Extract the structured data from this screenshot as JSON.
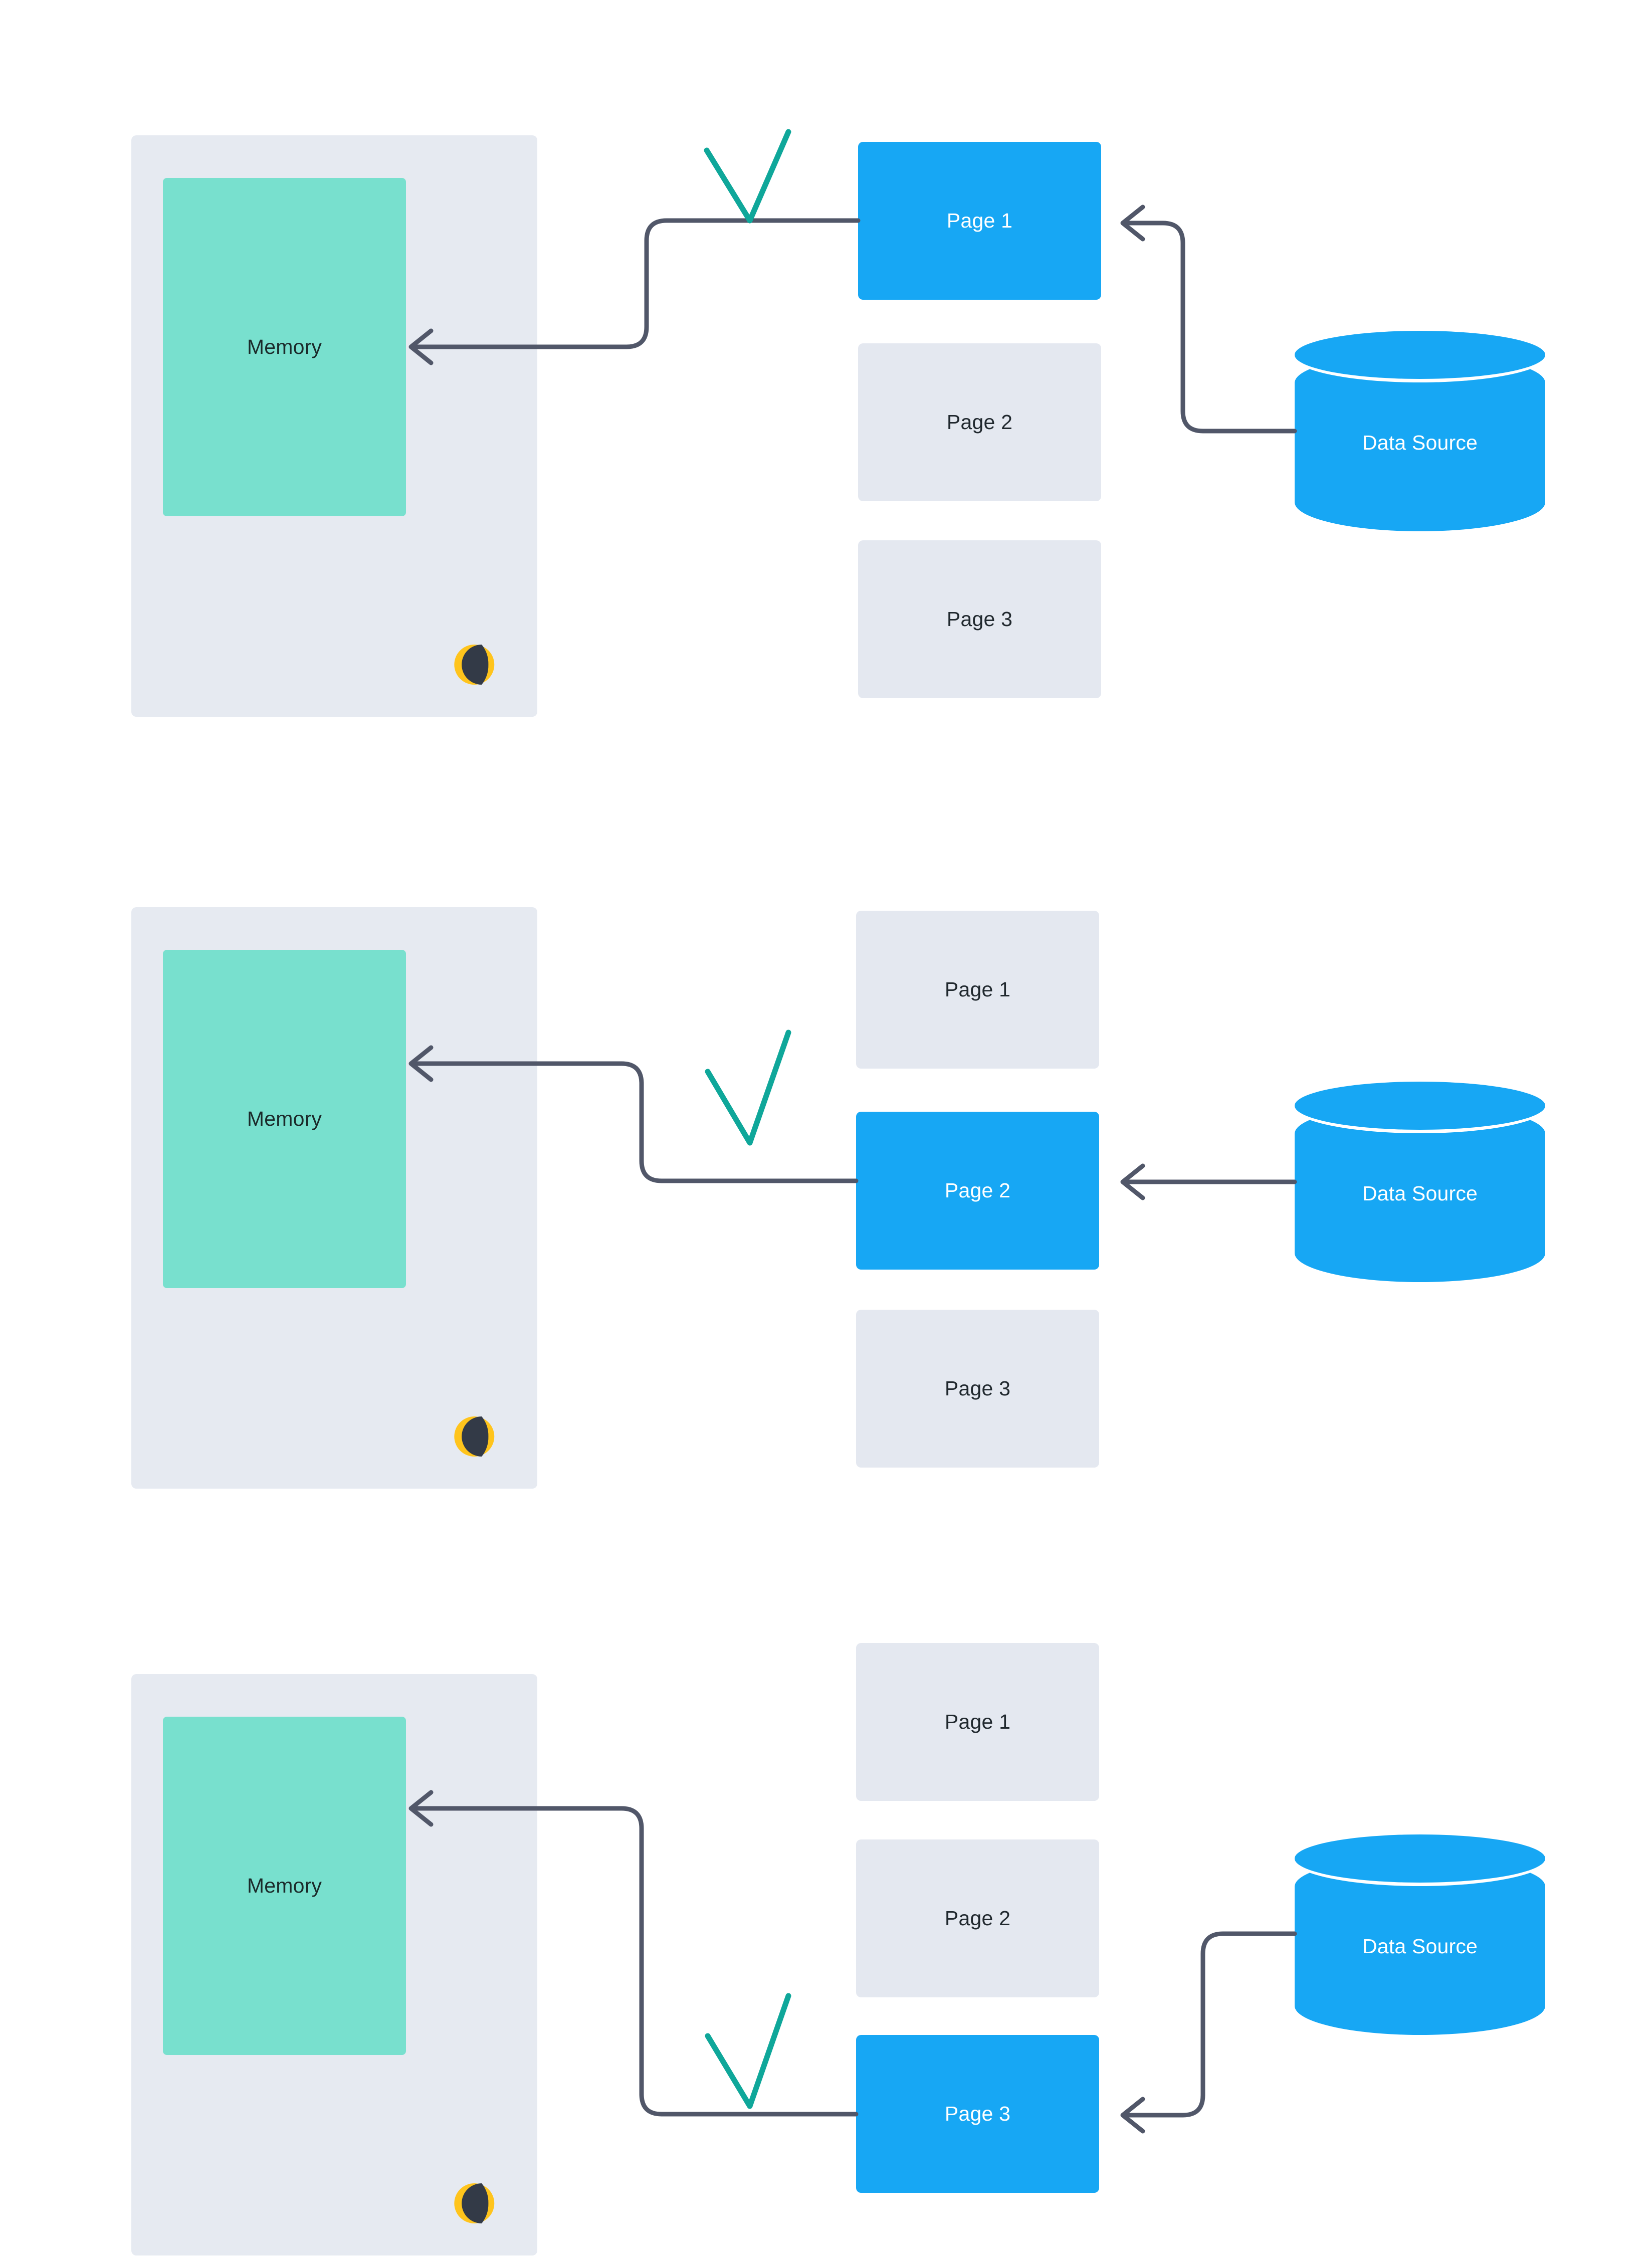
{
  "diagram": {
    "title": "Demand paging / memory page loading sequence",
    "accent_active": "#17A7F4",
    "accent_inactive": "#E4E8F0",
    "memory_panel_color": "#E6EAF1",
    "memory_block_color": "#78E0CE",
    "connector_color": "#515769",
    "check_color": "#0FA79A",
    "logo_colors": {
      "ring": "#0FBFAE",
      "inner": "#333A47",
      "dot": "#FFC41C"
    }
  },
  "steps": [
    {
      "id": "step-1",
      "memory": {
        "label": "Memory"
      },
      "pages": [
        {
          "label": "Page 1",
          "state": "active"
        },
        {
          "label": "Page 2",
          "state": "inactive"
        },
        {
          "label": "Page 3",
          "state": "inactive"
        }
      ],
      "data_source": {
        "label": "Data Source"
      },
      "check": {
        "name": "checkmark",
        "near": "Page 1"
      },
      "flows": [
        {
          "from": "Data Source",
          "to": "Page 1"
        },
        {
          "from": "Page 1",
          "to": "Memory"
        }
      ]
    },
    {
      "id": "step-2",
      "memory": {
        "label": "Memory"
      },
      "pages": [
        {
          "label": "Page 1",
          "state": "inactive"
        },
        {
          "label": "Page 2",
          "state": "active"
        },
        {
          "label": "Page 3",
          "state": "inactive"
        }
      ],
      "data_source": {
        "label": "Data Source"
      },
      "check": {
        "name": "checkmark",
        "near": "Page 2"
      },
      "flows": [
        {
          "from": "Data Source",
          "to": "Page 2"
        },
        {
          "from": "Page 2",
          "to": "Memory"
        }
      ]
    },
    {
      "id": "step-3",
      "memory": {
        "label": "Memory"
      },
      "pages": [
        {
          "label": "Page 1",
          "state": "inactive"
        },
        {
          "label": "Page 2",
          "state": "inactive"
        },
        {
          "label": "Page 3",
          "state": "active"
        }
      ],
      "data_source": {
        "label": "Data Source"
      },
      "check": {
        "name": "checkmark",
        "near": "Page 3"
      },
      "flows": [
        {
          "from": "Data Source",
          "to": "Page 3"
        },
        {
          "from": "Page 3",
          "to": "Memory"
        }
      ]
    }
  ]
}
